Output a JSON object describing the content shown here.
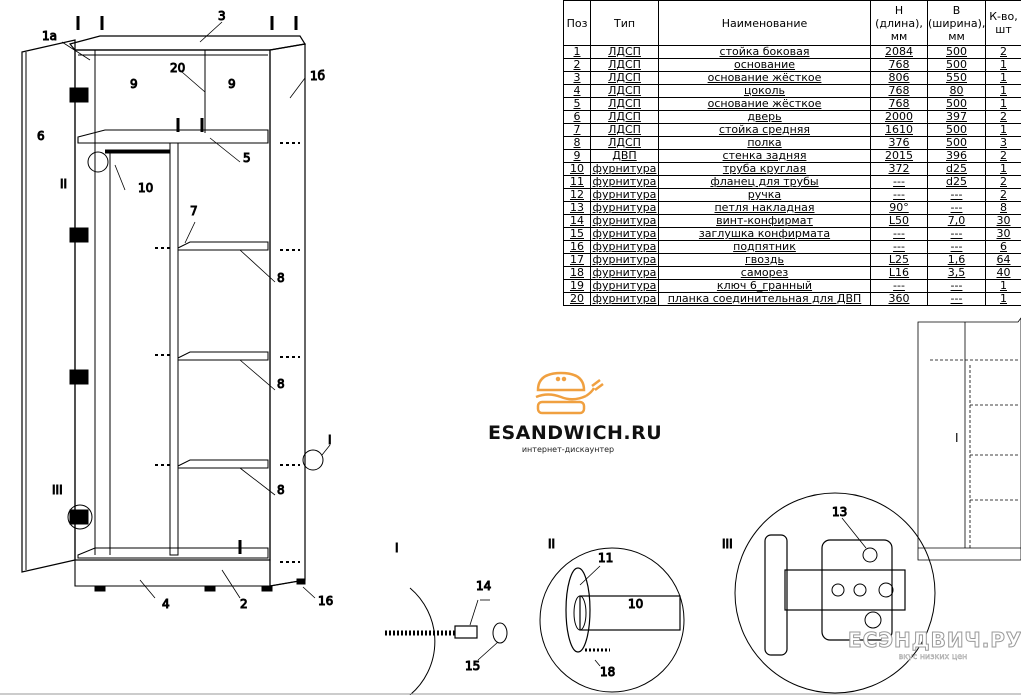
{
  "table": {
    "headers": {
      "pos": "Поз",
      "type": "Тип",
      "name": "Наименование",
      "h": "Н (длина), мм",
      "b": "В (ширина), мм",
      "qty": "К-во, шт"
    },
    "rows": [
      {
        "pos": "1",
        "type": "ЛДСП",
        "name": "стойка боковая",
        "h": "2084",
        "b": "500",
        "qty": "2"
      },
      {
        "pos": "2",
        "type": "ЛДСП",
        "name": "основание",
        "h": "768",
        "b": "500",
        "qty": "1"
      },
      {
        "pos": "3",
        "type": "ЛДСП",
        "name": "основание жёсткое",
        "h": "806",
        "b": "550",
        "qty": "1"
      },
      {
        "pos": "4",
        "type": "ЛДСП",
        "name": "цоколь",
        "h": "768",
        "b": "80",
        "qty": "1"
      },
      {
        "pos": "5",
        "type": "ЛДСП",
        "name": "основание жёсткое",
        "h": "768",
        "b": "500",
        "qty": "1"
      },
      {
        "pos": "6",
        "type": "ЛДСП",
        "name": "дверь",
        "h": "2000",
        "b": "397",
        "qty": "2"
      },
      {
        "pos": "7",
        "type": "ЛДСП",
        "name": "стойка средняя",
        "h": "1610",
        "b": "500",
        "qty": "1"
      },
      {
        "pos": "8",
        "type": "ЛДСП",
        "name": "полка",
        "h": "376",
        "b": "500",
        "qty": "3"
      },
      {
        "pos": "9",
        "type": "ДВП",
        "name": "стенка задняя",
        "h": "2015",
        "b": "396",
        "qty": "2"
      },
      {
        "pos": "10",
        "type": "фурнитура",
        "name": "труба круглая",
        "h": "372",
        "b": "d25",
        "qty": "1"
      },
      {
        "pos": "11",
        "type": "фурнитура",
        "name": "фланец для трубы",
        "h": "---",
        "b": "d25",
        "qty": "2"
      },
      {
        "pos": "12",
        "type": "фурнитура",
        "name": "ручка",
        "h": "---",
        "b": "---",
        "qty": "2"
      },
      {
        "pos": "13",
        "type": "фурнитура",
        "name": "петля накладная",
        "h": "90°",
        "b": "---",
        "qty": "8"
      },
      {
        "pos": "14",
        "type": "фурнитура",
        "name": "винт-конфирмат",
        "h": "L50",
        "b": "7,0",
        "qty": "30"
      },
      {
        "pos": "15",
        "type": "фурнитура",
        "name": "заглушка конфирмата",
        "h": "---",
        "b": "---",
        "qty": "30"
      },
      {
        "pos": "16",
        "type": "фурнитура",
        "name": "подпятник",
        "h": "---",
        "b": "---",
        "qty": "6"
      },
      {
        "pos": "17",
        "type": "фурнитура",
        "name": "гвоздь",
        "h": "L25",
        "b": "1,6",
        "qty": "64"
      },
      {
        "pos": "18",
        "type": "фурнитура",
        "name": "саморез",
        "h": "L16",
        "b": "3,5",
        "qty": "40"
      },
      {
        "pos": "19",
        "type": "фурнитура",
        "name": "ключ 6_гранный",
        "h": "---",
        "b": "---",
        "qty": "1"
      },
      {
        "pos": "20",
        "type": "фурнитура",
        "name": "планка соединительная для ДВП",
        "h": "360",
        "b": "---",
        "qty": "1"
      }
    ]
  },
  "callouts": {
    "c1a": "1а",
    "c1b": "1б",
    "c2": "2",
    "c3": "3",
    "c4": "4",
    "c5": "5",
    "c6": "6",
    "c7": "7",
    "c8a": "8",
    "c8b": "8",
    "c8c": "8",
    "c9a": "9",
    "c9b": "9",
    "c10": "10",
    "c16": "16",
    "c20": "20",
    "viewI": "I",
    "viewII": "II",
    "viewIII": "III",
    "smallI": "I"
  },
  "details": {
    "I": {
      "title": "I",
      "parts": [
        "14",
        "15"
      ]
    },
    "II": {
      "title": "II",
      "parts": [
        "11",
        "10",
        "18"
      ]
    },
    "III": {
      "title": "III",
      "parts": [
        "13"
      ]
    }
  },
  "logo": {
    "brand": "ESANDWICH.RU",
    "tagline": "интернет-дискаунтер",
    "accent": "#f0a040"
  },
  "watermark": {
    "brand": "ЕСЭНДВИЧ.РУ",
    "tagline": "вкус низких цен"
  }
}
